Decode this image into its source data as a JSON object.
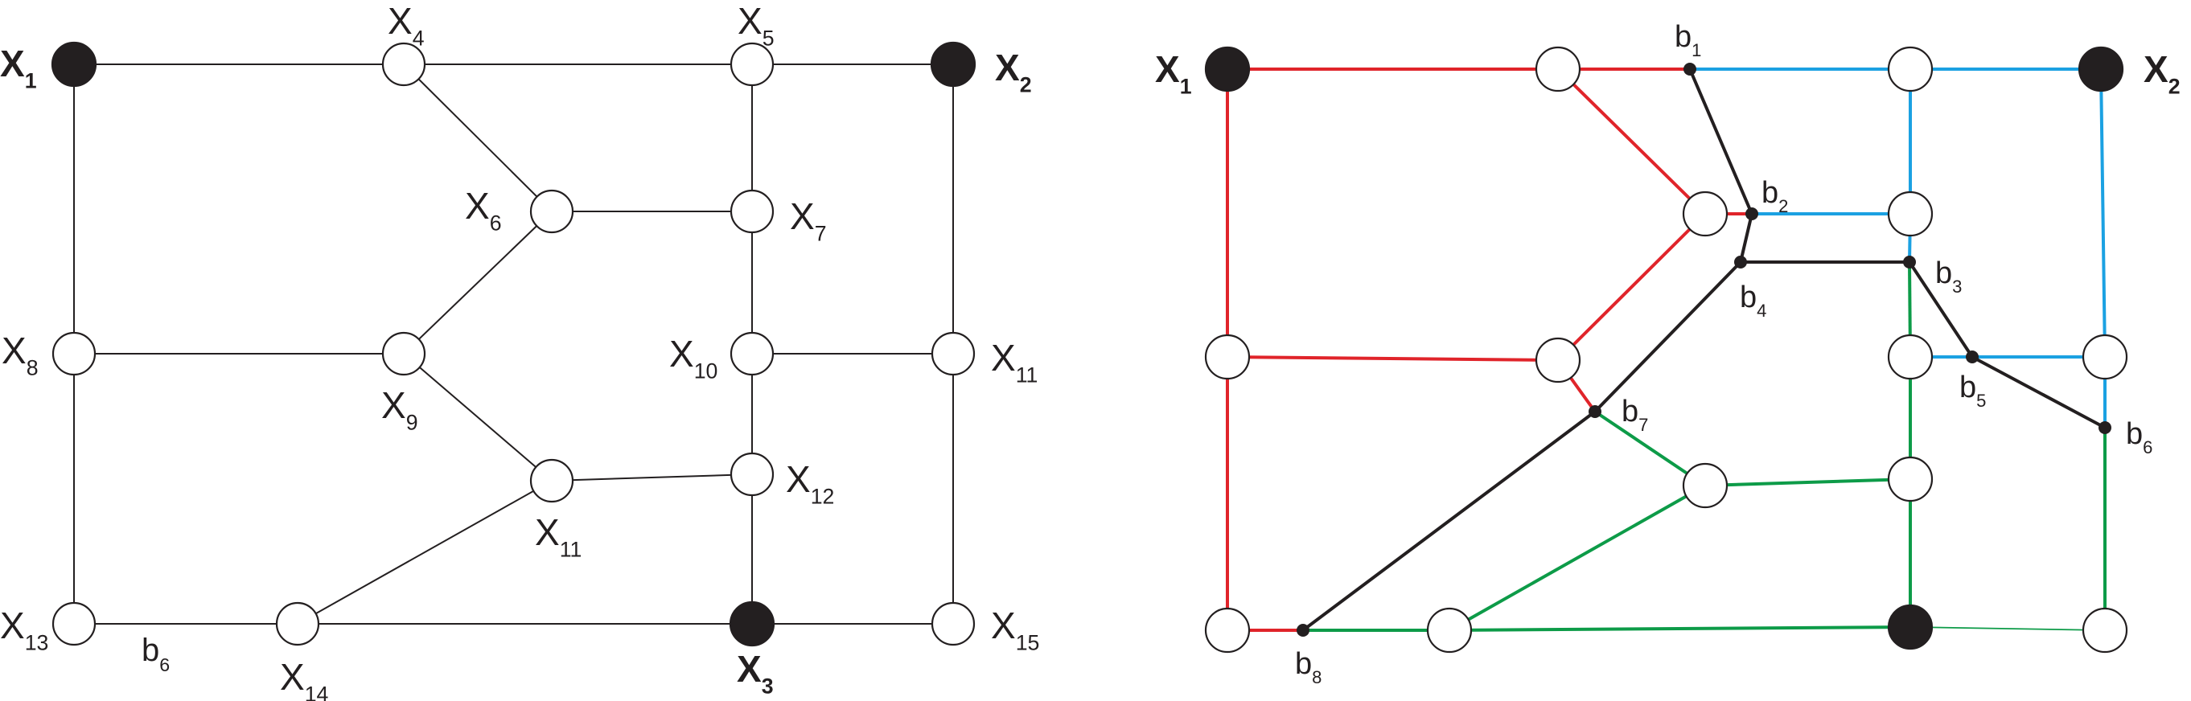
{
  "left_graph": {
    "vertices": [
      {
        "id": "x1",
        "filled": true,
        "label": "X",
        "sub": "1",
        "bold": true
      },
      {
        "id": "x2",
        "filled": true,
        "label": "X",
        "sub": "2",
        "bold": true
      },
      {
        "id": "x3",
        "filled": true,
        "label": "X",
        "sub": "3",
        "bold": true
      },
      {
        "id": "x4",
        "filled": false,
        "label": "X",
        "sub": "4"
      },
      {
        "id": "x5",
        "filled": false,
        "label": "X",
        "sub": "5"
      },
      {
        "id": "x6",
        "filled": false,
        "label": "X",
        "sub": "6"
      },
      {
        "id": "x7",
        "filled": false,
        "label": "X",
        "sub": "7"
      },
      {
        "id": "x8",
        "filled": false,
        "label": "X",
        "sub": "8"
      },
      {
        "id": "x9",
        "filled": false,
        "label": "X",
        "sub": "9"
      },
      {
        "id": "x10",
        "filled": false,
        "label": "X",
        "sub": "10"
      },
      {
        "id": "x11r",
        "filled": false,
        "label": "X",
        "sub": "11"
      },
      {
        "id": "x11c",
        "filled": false,
        "label": "X",
        "sub": "11"
      },
      {
        "id": "x12",
        "filled": false,
        "label": "X",
        "sub": "12"
      },
      {
        "id": "x13",
        "filled": false,
        "label": "X",
        "sub": "13"
      },
      {
        "id": "x14",
        "filled": false,
        "label": "X",
        "sub": "14"
      },
      {
        "id": "x15",
        "filled": false,
        "label": "X",
        "sub": "15"
      }
    ],
    "edges": [
      [
        "x1",
        "x4"
      ],
      [
        "x4",
        "x5"
      ],
      [
        "x5",
        "x2"
      ],
      [
        "x1",
        "x8"
      ],
      [
        "x8",
        "x13"
      ],
      [
        "x2",
        "x11r"
      ],
      [
        "x11r",
        "x15"
      ],
      [
        "x4",
        "x6"
      ],
      [
        "x6",
        "x9"
      ],
      [
        "x6",
        "x7"
      ],
      [
        "x5",
        "x7"
      ],
      [
        "x7",
        "x10"
      ],
      [
        "x10",
        "x12"
      ],
      [
        "x12",
        "x3"
      ],
      [
        "x8",
        "x9"
      ],
      [
        "x9",
        "x11c"
      ],
      [
        "x10",
        "x11r"
      ],
      [
        "x11c",
        "x12"
      ],
      [
        "x11c",
        "x14"
      ],
      [
        "x13",
        "x14"
      ],
      [
        "x14",
        "x3"
      ],
      [
        "x3",
        "x15"
      ]
    ],
    "edge_label": {
      "label": "b",
      "sub": "6"
    }
  },
  "right_graph": {
    "colors": {
      "red": "#e0242a",
      "blue": "#1ba1e2",
      "green": "#0d9b48",
      "black": "#231f20"
    },
    "terminals": [
      {
        "id": "X1",
        "label": "X",
        "sub": "1"
      },
      {
        "id": "X2",
        "label": "X",
        "sub": "2"
      }
    ],
    "breakpoints": [
      {
        "id": "b1",
        "label": "b",
        "sub": "1"
      },
      {
        "id": "b2",
        "label": "b",
        "sub": "2"
      },
      {
        "id": "b3",
        "label": "b",
        "sub": "3"
      },
      {
        "id": "b4",
        "label": "b",
        "sub": "4"
      },
      {
        "id": "b5",
        "label": "b",
        "sub": "5"
      },
      {
        "id": "b6",
        "label": "b",
        "sub": "6"
      },
      {
        "id": "b7",
        "label": "b",
        "sub": "7"
      },
      {
        "id": "b8",
        "label": "b",
        "sub": "8"
      }
    ]
  }
}
